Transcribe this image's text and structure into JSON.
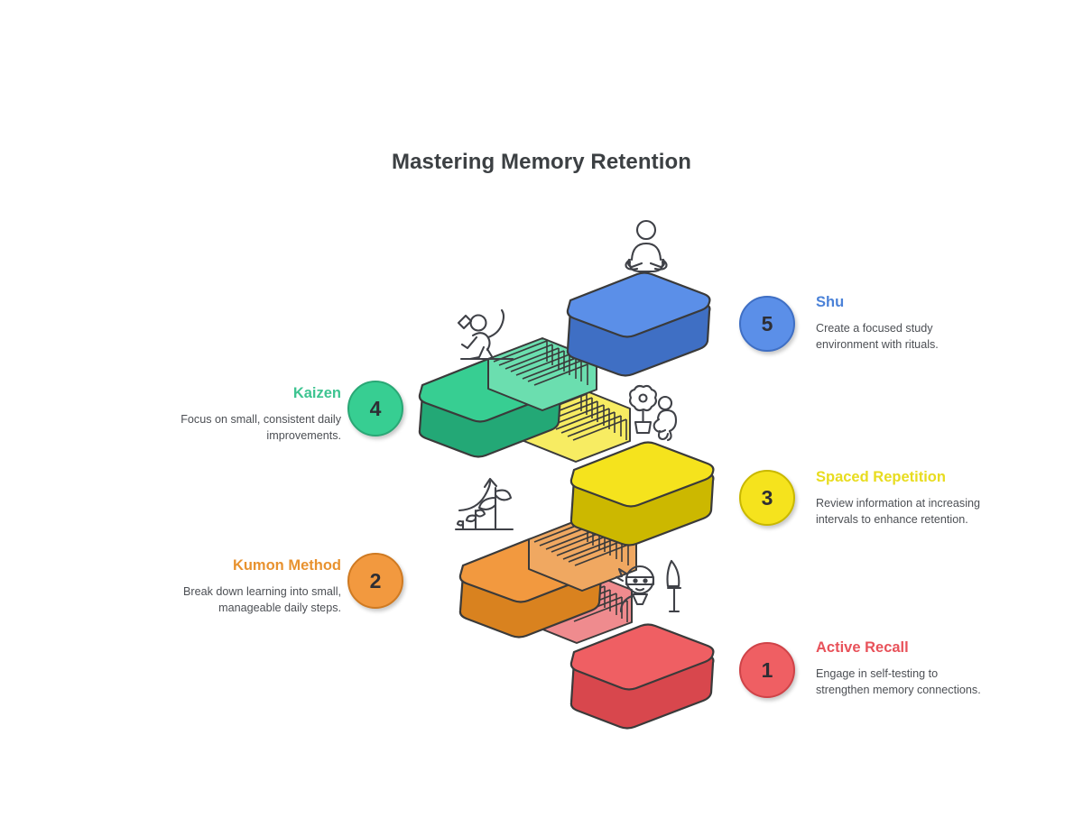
{
  "title": "Mastering Memory Retention",
  "steps": [
    {
      "number": "5",
      "title": "Shu",
      "description": "Create a focused study environment with rituals.",
      "color": "#5b8fe8",
      "edge": "#3f6fc4",
      "side": "right",
      "icon": "meditating-person-icon"
    },
    {
      "number": "4",
      "title": "Kaizen",
      "description": "Focus on small, consistent daily improvements.",
      "color": "#37ce92",
      "edge": "#2aa775",
      "side": "left",
      "icon": "climbing-person-icon"
    },
    {
      "number": "3",
      "title": "Spaced Repetition",
      "description": "Review information at increasing intervals to enhance retention.",
      "color": "#f5e31d",
      "edge": "#c9b800",
      "side": "right",
      "icon": "person-with-flower-icon"
    },
    {
      "number": "2",
      "title": "Kumon Method",
      "description": "Break down learning into small, manageable daily steps.",
      "color": "#f2993f",
      "edge": "#cf7a22",
      "side": "left",
      "icon": "growing-plant-icon"
    },
    {
      "number": "1",
      "title": "Active Recall",
      "description": "Engage in self-testing to strengthen memory connections.",
      "color": "#ef5f63",
      "edge": "#cf4348",
      "side": "right",
      "icon": "samurai-icon"
    }
  ],
  "colors": {
    "background": "#ffffff",
    "title_text": "#3c4043",
    "body_text": "#4c4f54",
    "outline": "#3a3a3a"
  }
}
